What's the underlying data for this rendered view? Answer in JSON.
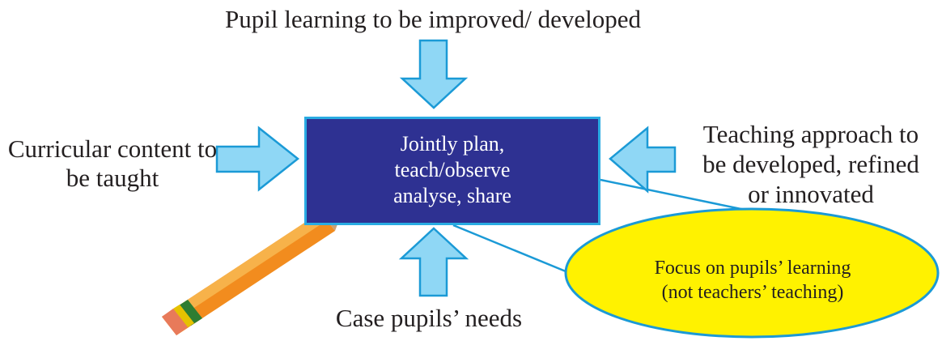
{
  "colors": {
    "arrow_fill": "#8fd7f5",
    "arrow_stroke": "#1b9ad6",
    "box_fill": "#2e3192",
    "box_border": "#29abe2",
    "connector": "#1b9ad6",
    "ellipse_fill": "#fff200",
    "ellipse_stroke": "#1b9ad6"
  },
  "inputs": {
    "top": "Pupil learning to be improved/ developed",
    "left": [
      "Curricular content to",
      "be taught"
    ],
    "right": [
      "Teaching approach to",
      "be developed, refined",
      "or innovated"
    ],
    "bottom": "Case pupils’ needs"
  },
  "center": [
    "Jointly plan,",
    "teach/observe",
    "analyse, share"
  ],
  "callout": [
    "Focus on pupils’ learning",
    "(not teachers’ teaching)"
  ],
  "icons": [
    "arrow-down-icon",
    "arrow-right-icon",
    "arrow-left-icon",
    "arrow-up-icon",
    "pencil-icon"
  ]
}
